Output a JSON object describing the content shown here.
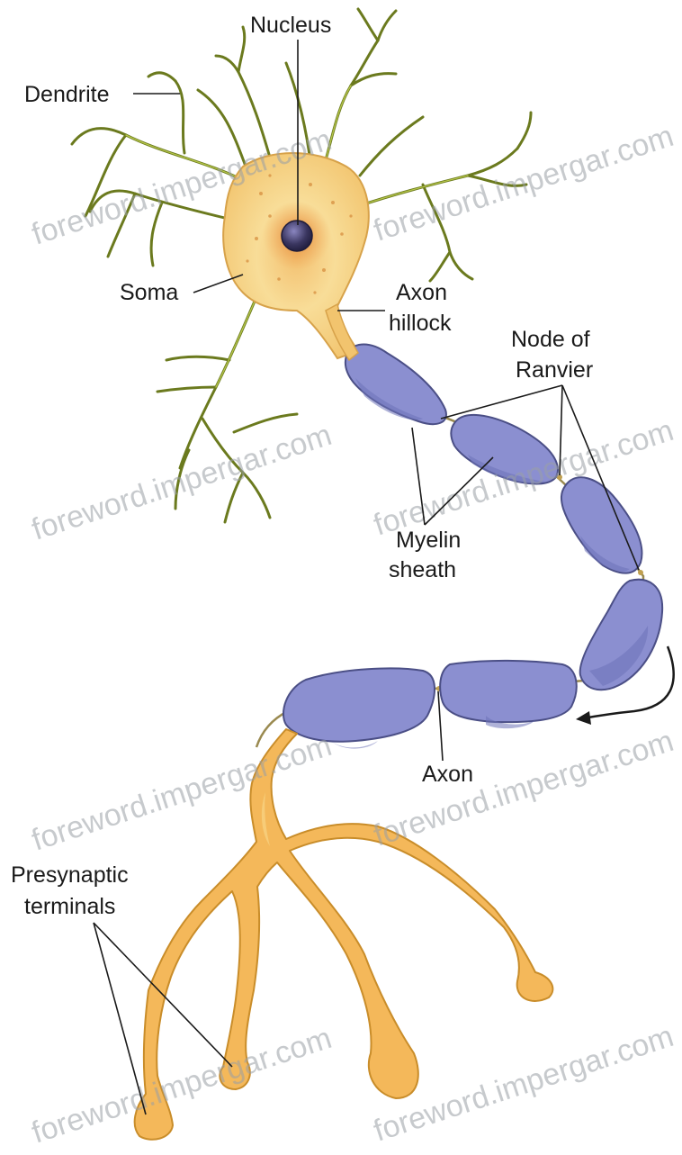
{
  "labels": {
    "nucleus": "Nucleus",
    "dendrite": "Dendrite",
    "soma": "Soma",
    "axon_hillock_1": "Axon",
    "axon_hillock_2": "hillock",
    "node_1": "Node of",
    "node_2": "Ranvier",
    "myelin_1": "Myelin",
    "myelin_2": "sheath",
    "axon": "Axon",
    "presynaptic_1": "Presynaptic",
    "presynaptic_2": "terminals"
  },
  "watermark": "foreword.impergar.com",
  "colors": {
    "dendrite": "#6b7a1e",
    "soma": "#f6d98a",
    "myelin": "#8b8fd0",
    "terminal": "#f4b85a",
    "nucleus": "#3a3660"
  }
}
